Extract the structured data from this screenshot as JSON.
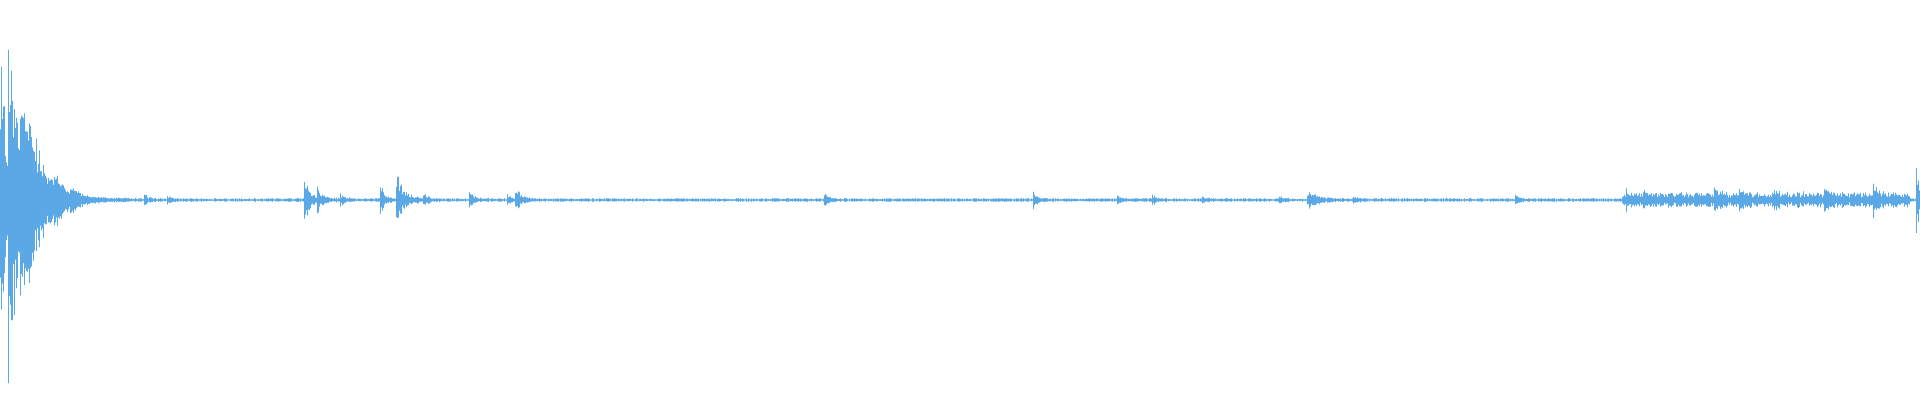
{
  "waveform": {
    "color": "#5aa9e6",
    "background": "#ffffff",
    "amplitude_range": [
      -1,
      1
    ],
    "time_range": [
      0,
      1
    ],
    "events": [
      {
        "t": 0.0,
        "amp": 0.64,
        "decay": 0.006
      },
      {
        "t": 0.004,
        "amp": 0.58,
        "decay": 0.008
      },
      {
        "t": 0.01,
        "amp": 0.4,
        "decay": 0.01
      },
      {
        "t": 0.028,
        "amp": 0.08,
        "decay": 0.003
      },
      {
        "t": 0.036,
        "amp": 0.05,
        "decay": 0.004
      },
      {
        "t": 0.075,
        "amp": 0.03,
        "decay": 0.002
      },
      {
        "t": 0.087,
        "amp": 0.02,
        "decay": 0.002
      },
      {
        "t": 0.158,
        "amp": 0.13,
        "decay": 0.003
      },
      {
        "t": 0.165,
        "amp": 0.05,
        "decay": 0.003
      },
      {
        "t": 0.177,
        "amp": 0.03,
        "decay": 0.002
      },
      {
        "t": 0.198,
        "amp": 0.08,
        "decay": 0.002
      },
      {
        "t": 0.206,
        "amp": 0.14,
        "decay": 0.004
      },
      {
        "t": 0.22,
        "amp": 0.04,
        "decay": 0.002
      },
      {
        "t": 0.244,
        "amp": 0.05,
        "decay": 0.002
      },
      {
        "t": 0.264,
        "amp": 0.03,
        "decay": 0.002
      },
      {
        "t": 0.268,
        "amp": 0.07,
        "decay": 0.003
      },
      {
        "t": 0.429,
        "amp": 0.05,
        "decay": 0.002
      },
      {
        "t": 0.538,
        "amp": 0.05,
        "decay": 0.002
      },
      {
        "t": 0.582,
        "amp": 0.02,
        "decay": 0.002
      },
      {
        "t": 0.6,
        "amp": 0.03,
        "decay": 0.002
      },
      {
        "t": 0.626,
        "amp": 0.02,
        "decay": 0.002
      },
      {
        "t": 0.666,
        "amp": 0.02,
        "decay": 0.002
      },
      {
        "t": 0.681,
        "amp": 0.04,
        "decay": 0.006
      },
      {
        "t": 0.705,
        "amp": 0.02,
        "decay": 0.002
      },
      {
        "t": 0.789,
        "amp": 0.03,
        "decay": 0.002
      },
      {
        "t": 0.847,
        "amp": 0.04,
        "decay": 0.002
      },
      {
        "t": 0.856,
        "amp": 0.02,
        "decay": 0.003
      },
      {
        "t": 0.893,
        "amp": 0.05,
        "decay": 0.002
      },
      {
        "t": 0.906,
        "amp": 0.03,
        "decay": 0.003
      },
      {
        "t": 0.924,
        "amp": 0.03,
        "decay": 0.003
      },
      {
        "t": 0.95,
        "amp": 0.04,
        "decay": 0.003
      },
      {
        "t": 0.976,
        "amp": 0.06,
        "decay": 0.002
      },
      {
        "t": 0.998,
        "amp": 0.58,
        "decay": 0.0008
      }
    ],
    "noise_floor": 0.006,
    "dense_region": {
      "start": 0.845,
      "end": 0.995,
      "amp": 0.025
    }
  }
}
